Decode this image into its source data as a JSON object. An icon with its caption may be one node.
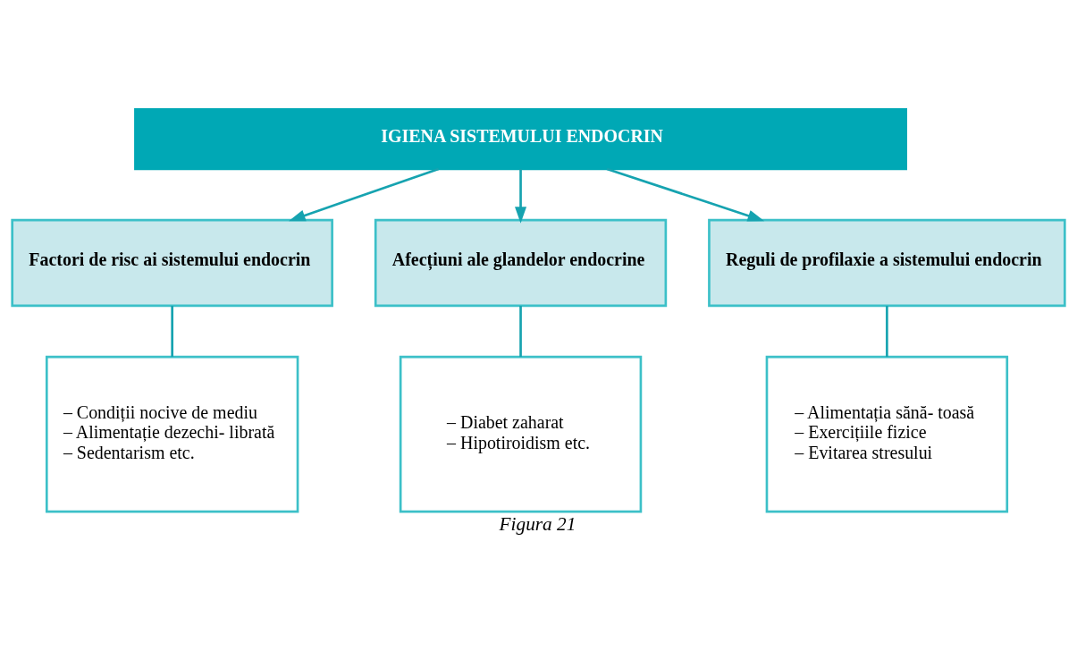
{
  "diagram": {
    "caption": "Figura 21",
    "nodes": [
      {
        "text": [
          "IGIENA SISTEMULUI ENDOCRIN"
        ]
      },
      {
        "text": [
          "Factori de risc ai sistemului endocrin"
        ]
      },
      {
        "text": [
          "Afecțiuni ale glandelor endocrine"
        ]
      },
      {
        "text": [
          "Reguli de profilaxie a sistemului endocrin"
        ]
      },
      {
        "text": [
          "– Condiții nocive de mediu",
          "– Alimentație dezechi- librată",
          "– Sedentarism etc."
        ]
      },
      {
        "text": [
          "– Diabet zaharat",
          "– Hipotiroidism etc."
        ]
      },
      {
        "text": [
          "– Alimentația sănă- toasă",
          "– Exercițiile fizice",
          "– Evitarea stresului"
        ]
      }
    ],
    "edges": [
      {
        "from": 0,
        "to": 1,
        "arrow": "to"
      },
      {
        "from": 0,
        "to": 2,
        "arrow": "to"
      },
      {
        "from": 0,
        "to": 3,
        "arrow": "to"
      },
      {
        "from": 1,
        "to": 4,
        "arrow": "none"
      },
      {
        "from": 2,
        "to": 5,
        "arrow": "none"
      },
      {
        "from": 3,
        "to": 6,
        "arrow": "none"
      }
    ]
  }
}
